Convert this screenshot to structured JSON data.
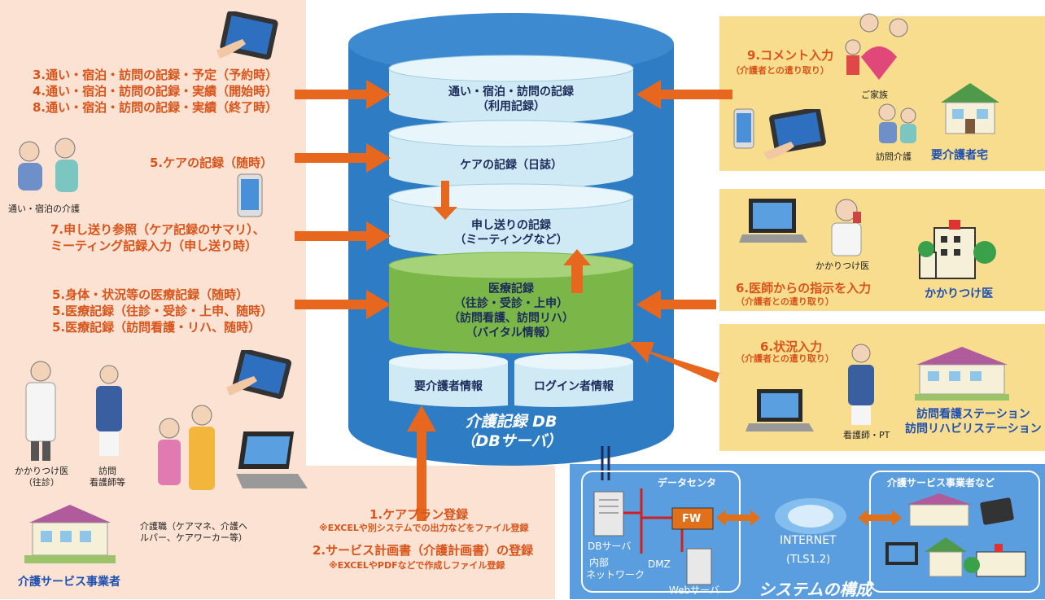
{
  "left": {
    "group1": [
      "3.通い・宿泊・訪問の記録・予定（予約時）",
      "4.通い・宿泊・訪問の記録・実績（開始時）",
      "8.通い・宿泊・訪問の記録・実績（終了時）"
    ],
    "care_record": "5.ケアの記録（随時）",
    "caption_day": "通い・宿泊の介護",
    "handover": [
      "7.申し送り参照（ケア記録のサマリ）、",
      "ミーティング記録入力（申し送り時）"
    ],
    "medical": [
      "5.身体・状況等の医療記録（随時）",
      "5.医療記録（往診・受診・上申、随時）",
      "5.医療記録（訪問看護・リハ、随時）"
    ],
    "doctor_label": [
      "かかりつけ医",
      "（往診）"
    ],
    "nurse_label": [
      "訪問",
      "看護師等"
    ],
    "careworker_label": [
      "介護職（ケアマネ、介護ヘ",
      "ルパー、ケアワーカー等）"
    ],
    "provider_title": "介護サービス事業者"
  },
  "db": {
    "layer1": [
      "通い・宿泊・訪問の記録",
      "（利用記録）"
    ],
    "layer2": "ケアの記録（日誌）",
    "layer3": [
      "申し送りの記録",
      "（ミーティングなど）"
    ],
    "layer4": [
      "医療記録",
      "（往診・受診・上申）",
      "（訪問看護、訪問リハ）",
      "（バイタル情報）"
    ],
    "recipient_info": "要介護者情報",
    "login_info": "ログイン者情報",
    "name": [
      "介護記録 DB",
      "（DBサーバ）"
    ]
  },
  "bottom": {
    "careplan": "1.ケアプラン登録",
    "careplan_note": "※EXCELや別システムでの出力などをファイル登録",
    "service_plan": "2.サービス計画書（介護計画書）の登録",
    "service_plan_note": "※EXCELやPDFなどで作成しファイル登録"
  },
  "right": {
    "comment": "9.コメント入力",
    "comment_sub": "（介護者との遣り取り）",
    "family": "ご家族",
    "home_visit": "訪問介護",
    "home_title": "要介護者宅",
    "doctor_input": "6.医師からの指示を入力",
    "doctor_sub": "（介護者との遣り取り）",
    "family_doctor_caption": "かかりつけ医",
    "family_doctor_title": "かかりつけ医",
    "status_input": "6.状況入力",
    "status_sub": "（介護者との遣り取り）",
    "nurse_pt": "看護師・PT",
    "station_title": [
      "訪問看護ステーション",
      "訪問リハビリステーション"
    ]
  },
  "system": {
    "datacenter": "データセンタ",
    "fw": "FW",
    "db_server": "DBサーバ",
    "dmz": "DMZ",
    "internal": [
      "内部",
      "ネットワーク"
    ],
    "web_server": "Webサーバ",
    "internet": "INTERNET",
    "tls": "(TLS1.2)",
    "providers": "介護サービス事業者など",
    "title": "システムの構成"
  }
}
